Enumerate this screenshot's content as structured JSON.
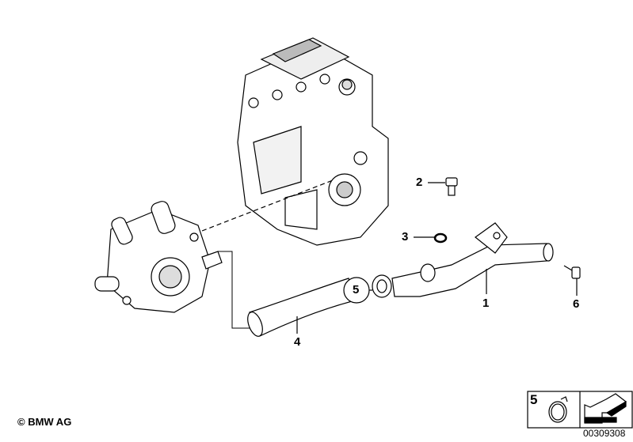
{
  "callouts": [
    {
      "number": "1",
      "part": "pipe"
    },
    {
      "number": "2",
      "part": "bolt"
    },
    {
      "number": "3",
      "part": "seal-ring"
    },
    {
      "number": "4",
      "part": "hose"
    },
    {
      "number": "5",
      "part": "hose-clamp"
    },
    {
      "number": "6",
      "part": "bolt"
    }
  ],
  "legend_box": {
    "number": "5",
    "icon": "hose-clamp-icon",
    "arrow": "arrow-icon"
  },
  "copyright": "© BMW AG",
  "diagram_code": "00309308"
}
